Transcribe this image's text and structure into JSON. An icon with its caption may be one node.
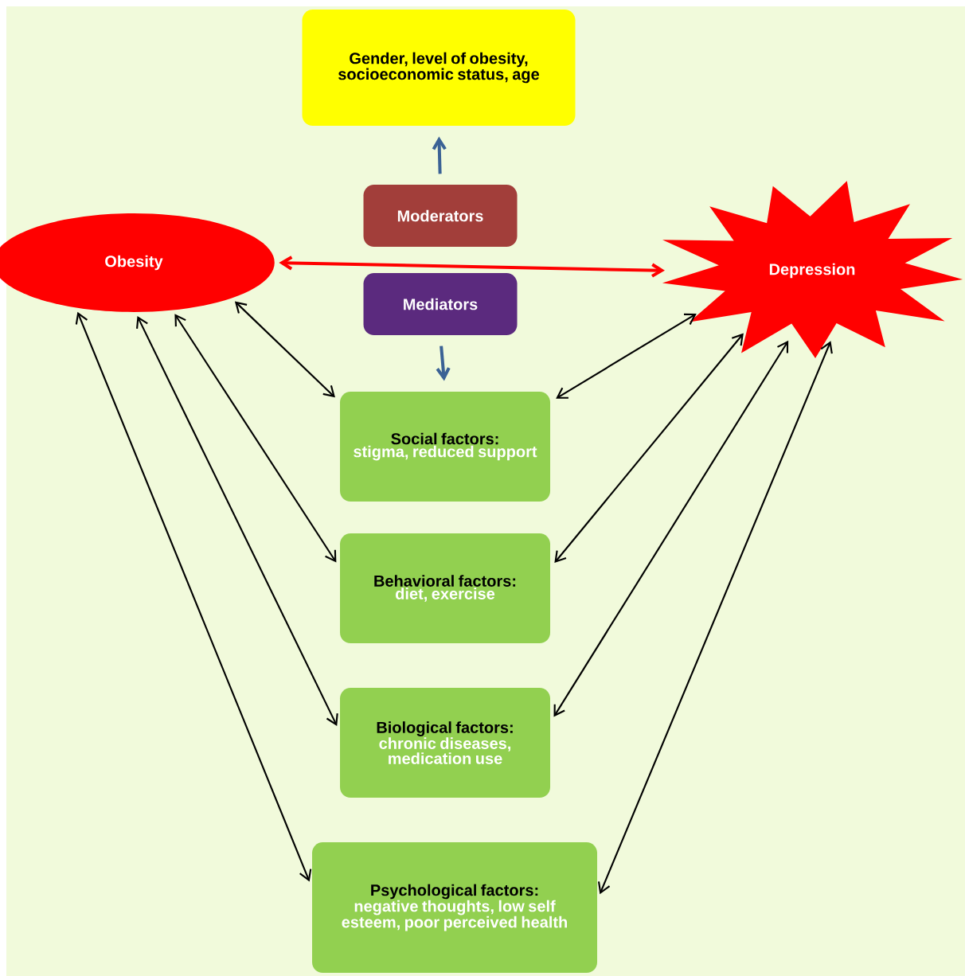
{
  "diagram": {
    "nodes": [
      {
        "text": [
          "Gender, level of obesity, socioeconomic status, age"
        ]
      },
      {
        "text": [
          "Moderators"
        ]
      },
      {
        "text": [
          "Obesity"
        ]
      },
      {
        "text": [
          "Mediators"
        ]
      },
      {
        "text": [
          "Depression"
        ]
      },
      {
        "text": [
          "Social factors:",
          "stigma, reduced support"
        ]
      },
      {
        "text": [
          "Behavioral factors:",
          "diet, exercise"
        ]
      },
      {
        "text": [
          "Biological factors:",
          "chronic diseases, medication use"
        ]
      },
      {
        "text": [
          "Psychological factors:",
          "negative thoughts, low self esteem, poor perceived health"
        ]
      }
    ],
    "edges": [
      {
        "from": 1,
        "to": 0,
        "arrow": "to",
        "style": "thick",
        "color": "#3b6295"
      },
      {
        "from": 3,
        "to": 5,
        "arrow": "to",
        "style": "thick",
        "color": "#3b6295"
      },
      {
        "from": 2,
        "to": 4,
        "arrow": "both",
        "style": "thick",
        "color": "#ff0000"
      },
      {
        "from": 2,
        "to": 5,
        "arrow": "both"
      },
      {
        "from": 2,
        "to": 6,
        "arrow": "both"
      },
      {
        "from": 2,
        "to": 7,
        "arrow": "both"
      },
      {
        "from": 2,
        "to": 8,
        "arrow": "both"
      },
      {
        "from": 4,
        "to": 5,
        "arrow": "both"
      },
      {
        "from": 4,
        "to": 6,
        "arrow": "both"
      },
      {
        "from": 4,
        "to": 7,
        "arrow": "both"
      },
      {
        "from": 4,
        "to": 8,
        "arrow": "both"
      }
    ]
  }
}
